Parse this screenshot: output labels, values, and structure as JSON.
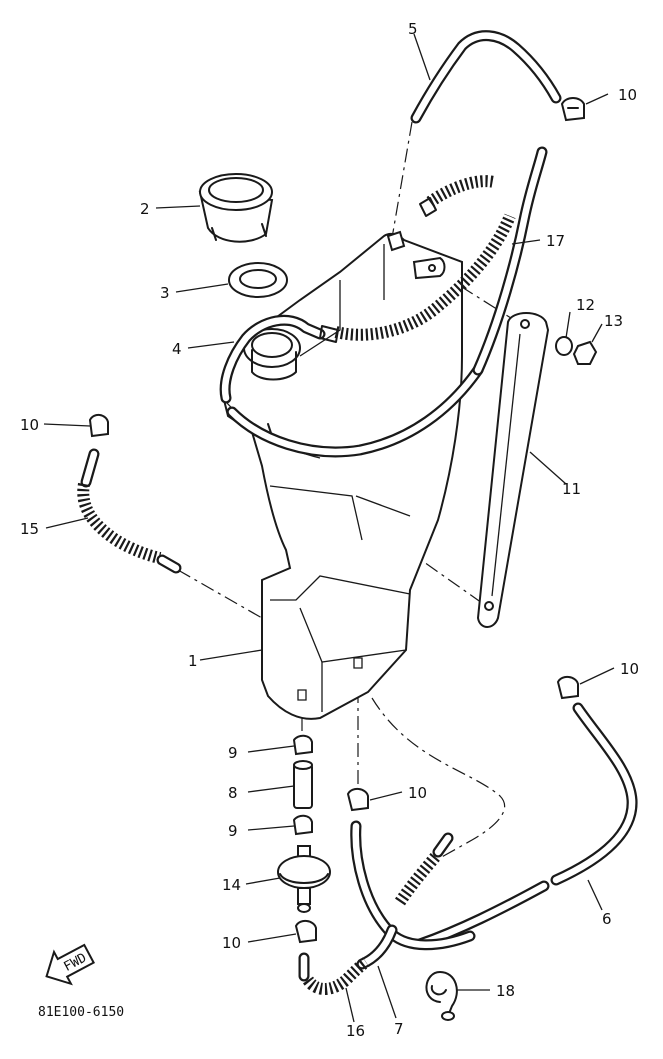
{
  "labels": {
    "p1": "1",
    "p2": "2",
    "p3": "3",
    "p4": "4",
    "p5": "5",
    "p6": "6",
    "p7": "7",
    "p8": "8",
    "p9a": "9",
    "p9b": "9",
    "p10a": "10",
    "p10b": "10",
    "p10c": "10",
    "p10d": "10",
    "p10e": "10",
    "p11": "11",
    "p12": "12",
    "p13": "13",
    "p14": "14",
    "p15": "15",
    "p16": "16",
    "p17": "17",
    "p18": "18"
  },
  "fwd_label": "FWD",
  "diagram_code": "81E100-6150"
}
